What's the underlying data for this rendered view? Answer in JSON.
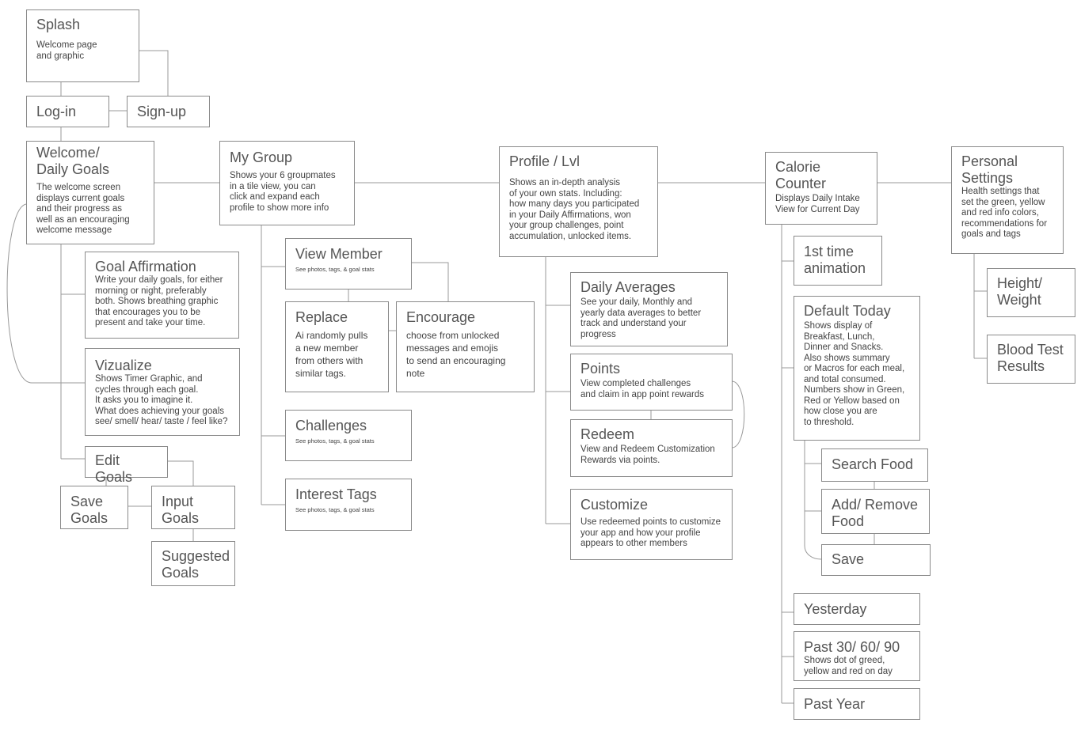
{
  "nodes": {
    "splash": {
      "title": "Splash",
      "desc": "Welcome page\nand graphic"
    },
    "login": {
      "title": "Log-in"
    },
    "signup": {
      "title": "Sign-up"
    },
    "welcome": {
      "title": "Welcome/\nDaily Goals",
      "desc": "The welcome screen\ndisplays current goals\nand their progress as\nwell as an encouraging\nwelcome message"
    },
    "goal_affirmation": {
      "title": "Goal Affirmation",
      "desc": "Write your daily goals, for either\nmorning or night, preferably\nboth. Shows breathing graphic\nthat encourages you to be\npresent and take your time."
    },
    "vizualize": {
      "title": "Vizualize",
      "desc": "Shows Timer Graphic, and\ncycles through each goal.\nIt asks you to imagine it.\nWhat does achieving your goals\nsee/ smell/ hear/ taste / feel like?"
    },
    "edit_goals": {
      "title": "Edit Goals"
    },
    "save_goals": {
      "title": "Save\nGoals"
    },
    "input_goals": {
      "title": "Input\nGoals"
    },
    "suggested_goals": {
      "title": "Suggested\nGoals"
    },
    "my_group": {
      "title": "My Group",
      "desc": "Shows your 6 groupmates\nin a tile view, you can\nclick and expand each\nprofile to show more info"
    },
    "view_member": {
      "title": "View Member",
      "sub": "See photos, tags, & goal stats"
    },
    "replace": {
      "title": "Replace",
      "desc": "Ai randomly pulls\na new member\nfrom others with\nsimilar tags."
    },
    "encourage": {
      "title": "Encourage",
      "desc": "choose from unlocked\nmessages and emojis\nto send an encouraging note"
    },
    "challenges": {
      "title": "Challenges",
      "sub": "See photos, tags, & goal stats"
    },
    "interest_tags": {
      "title": "Interest Tags",
      "sub": "See photos, tags, & goal stats"
    },
    "profile": {
      "title": "Profile / Lvl",
      "desc": "Shows an in-depth analysis\nof your own stats. Including:\nhow many days you participated\nin your Daily Affirmations, won\nyour group challenges, point\naccumulation, unlocked items."
    },
    "daily_averages": {
      "title": "Daily Averages",
      "desc": "See your daily, Monthly and\nyearly data averages to better\ntrack and understand your\nprogress"
    },
    "points": {
      "title": "Points",
      "desc": "View completed challenges\nand claim in app point rewards"
    },
    "redeem": {
      "title": "Redeem",
      "desc": "View and Redeem Customization\nRewards via points."
    },
    "customize": {
      "title": "Customize",
      "desc": "Use redeemed points to customize\nyour app and how your profile\nappears to other members"
    },
    "calorie_counter": {
      "title": "Calorie\nCounter",
      "desc": "Displays Daily Intake\nView for Current Day"
    },
    "first_time": {
      "title": "1st time\nanimation"
    },
    "default_today": {
      "title": "Default Today",
      "desc": "Shows display of\nBreakfast, Lunch,\nDinner and Snacks.\nAlso shows summary\nor Macros for each meal,\nand total consumed.\nNumbers show in Green,\nRed or Yellow based on\nhow close you are\nto threshold."
    },
    "search_food": {
      "title": "Search Food"
    },
    "add_remove_food": {
      "title": "Add/ Remove\nFood"
    },
    "save": {
      "title": "Save"
    },
    "yesterday": {
      "title": "Yesterday"
    },
    "past_30": {
      "title": "Past 30/ 60/ 90",
      "desc": "Shows dot of greed,\nyellow and red on day"
    },
    "past_year": {
      "title": "Past Year"
    },
    "personal_settings": {
      "title": "Personal\nSettings",
      "desc": "Health settings that\nset the green, yellow\nand red info colors,\nrecommendations for\ngoals and tags"
    },
    "height_weight": {
      "title": "Height/\nWeight"
    },
    "blood_test": {
      "title": "Blood Test\nResults"
    }
  },
  "colors": {
    "border": "#8a8a8a",
    "line": "#999999",
    "title": "#555555",
    "text": "#444444"
  }
}
